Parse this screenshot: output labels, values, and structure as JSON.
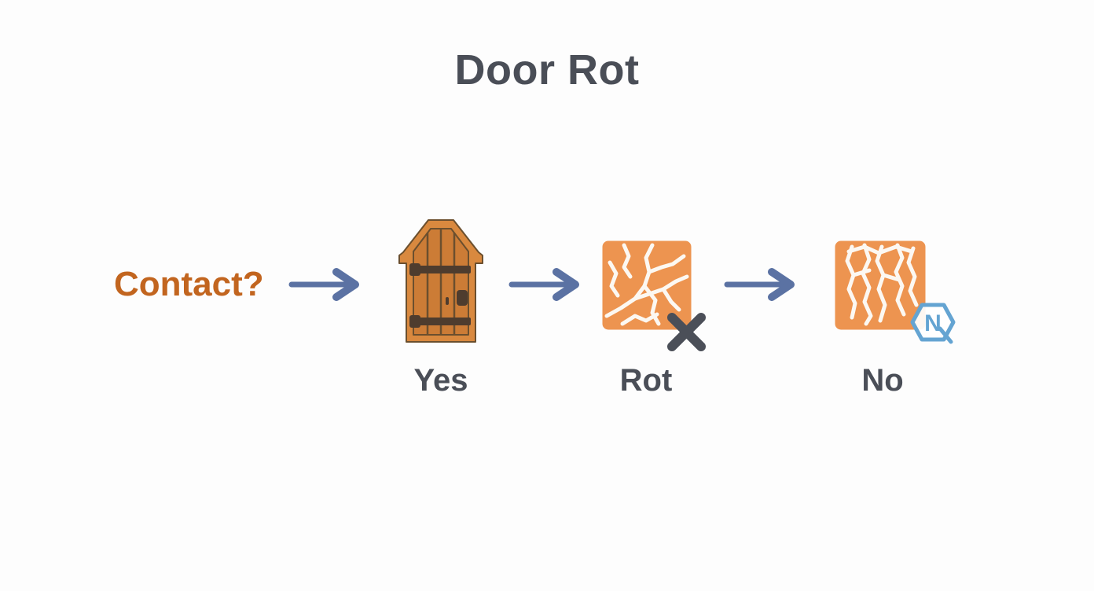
{
  "title": "Door Rot",
  "colors": {
    "background": "#fdfdfd",
    "title_text": "#4a4e57",
    "label_text": "#4a4e57",
    "contact_text": "#c2651f",
    "arrow": "#5b72a3",
    "door_frame": "#d9893f",
    "door_panel": "#cc7c36",
    "door_outline": "#6b4f2e",
    "door_hardware": "#4e3c2e",
    "rot_fill": "#ed9450",
    "rot_crack": "#fcf8f2",
    "x_mark": "#4b4f58",
    "hexagon_badge": "#64a4d2"
  },
  "flow": {
    "question": "Contact?",
    "steps": [
      {
        "icon": "wooden-door-icon",
        "label": "Yes"
      },
      {
        "icon": "rotted-wood-x-icon",
        "label": "Rot"
      },
      {
        "icon": "rotted-wood-hexagon-icon",
        "label": "No"
      }
    ],
    "badge_letter": "N"
  }
}
